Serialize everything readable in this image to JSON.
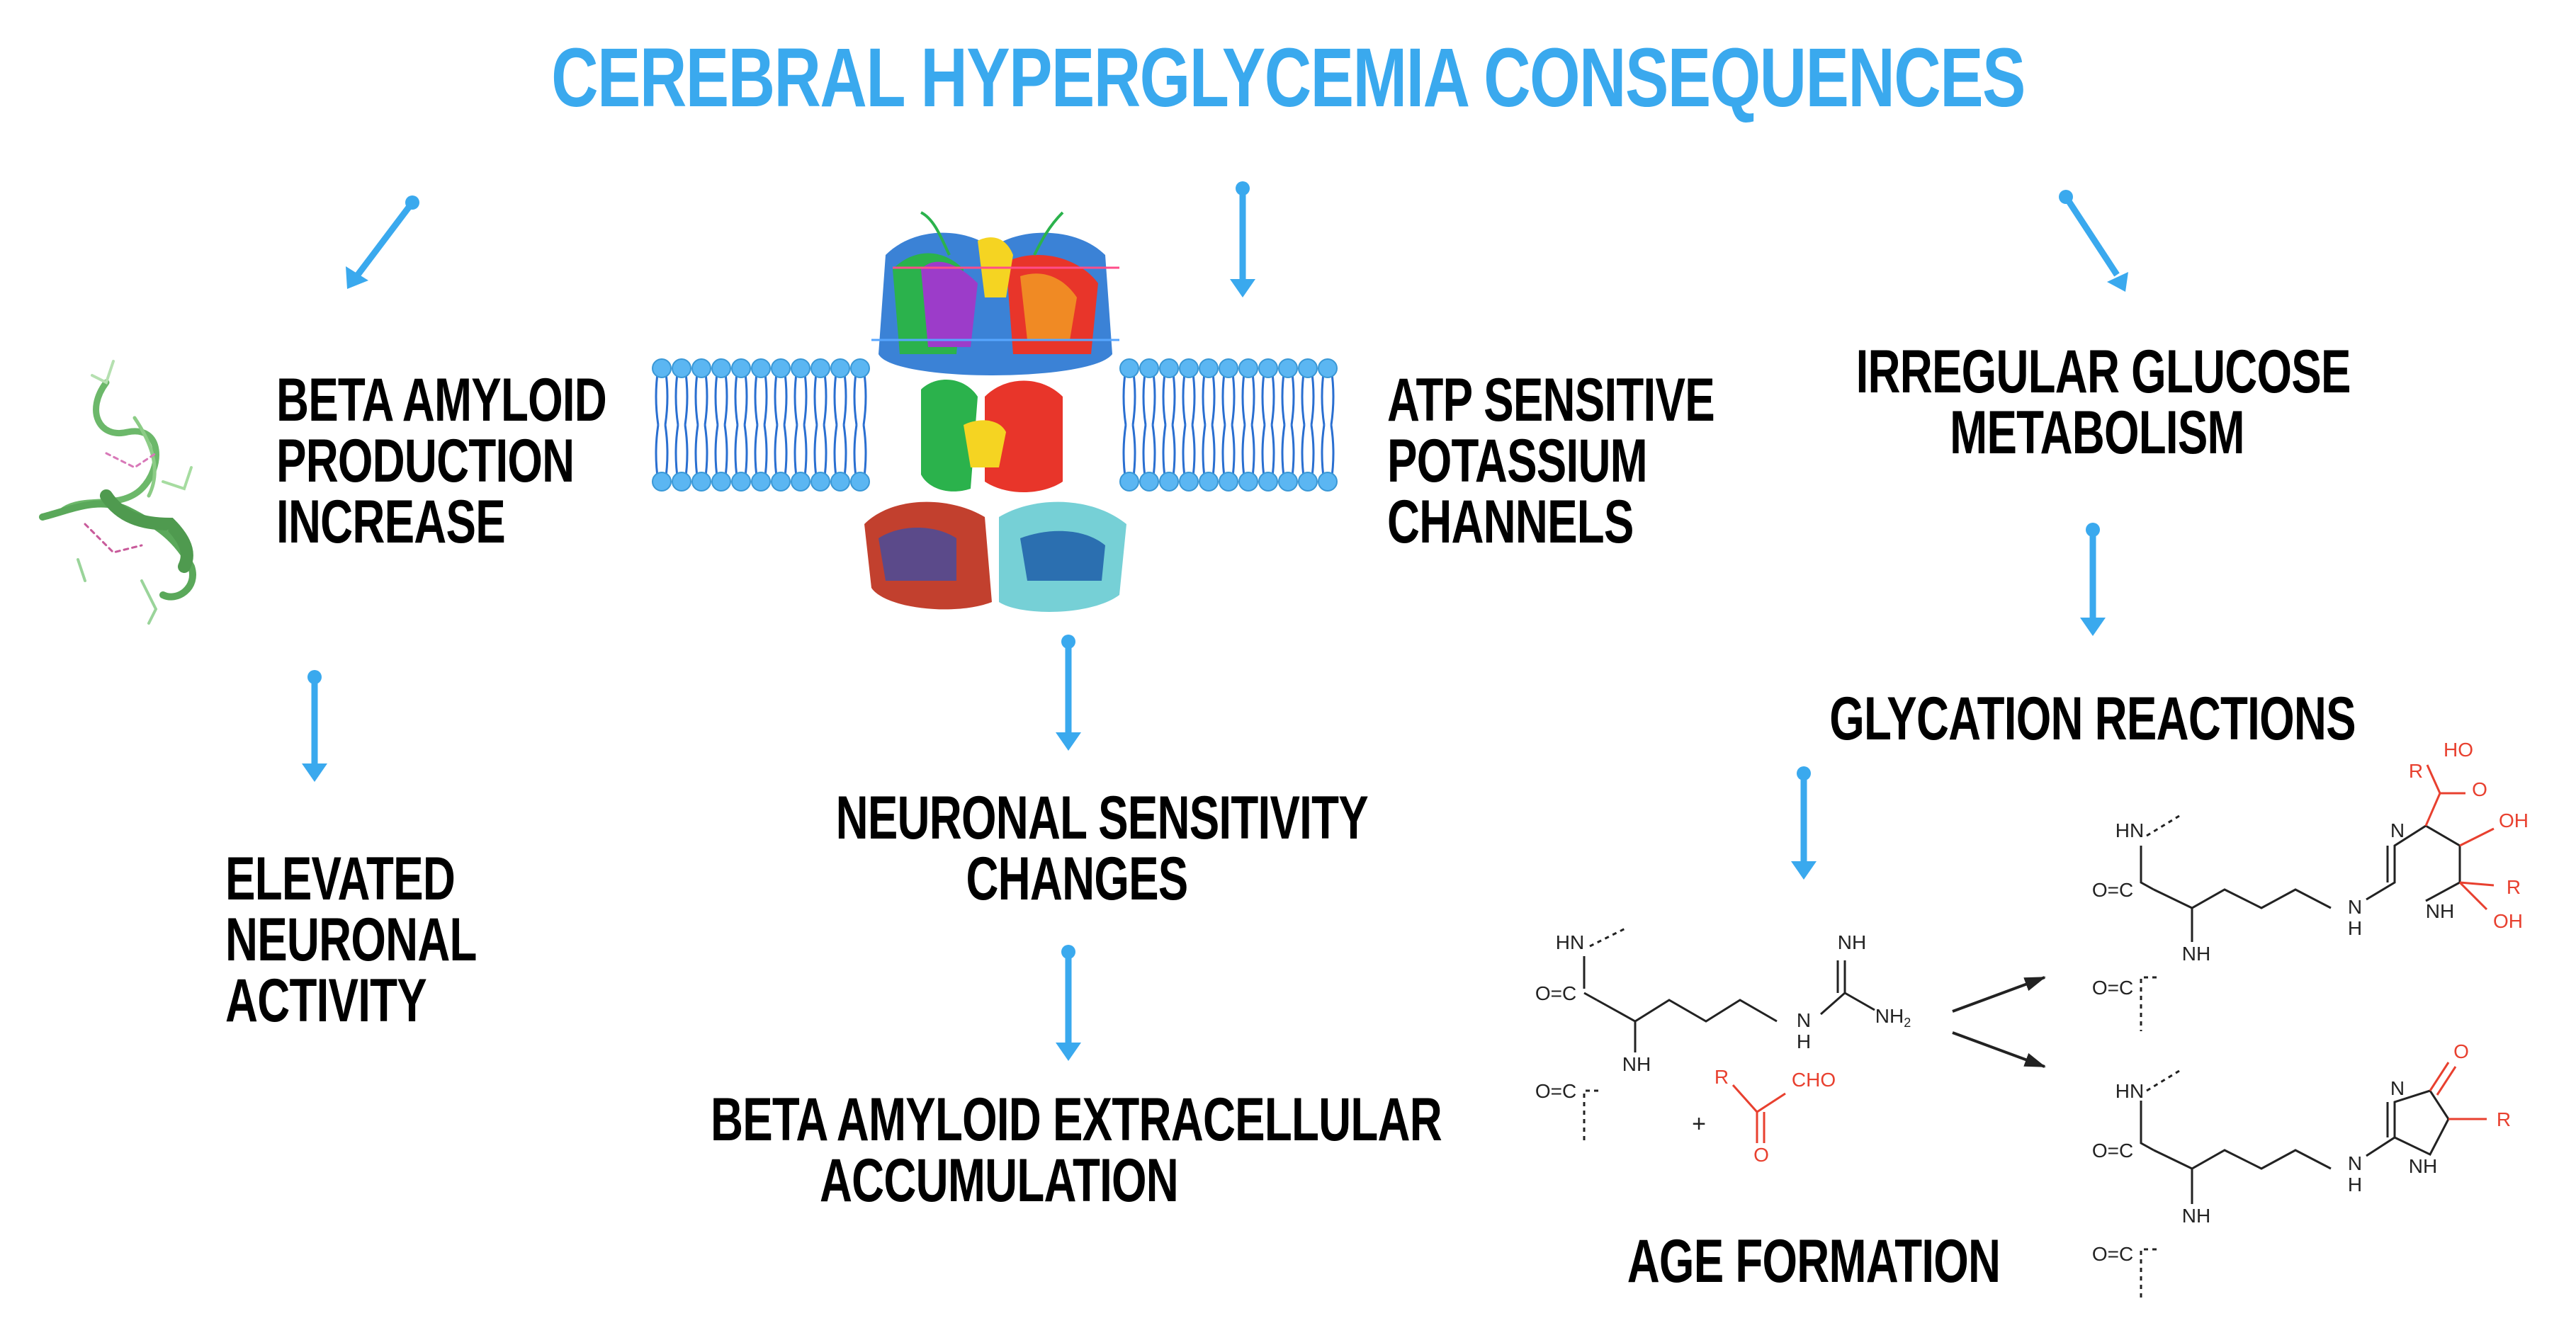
{
  "title": "CEREBRAL HYPERGLYCEMIA CONSEQUENCES",
  "colors": {
    "accent": "#3aa9ee",
    "text": "#000000",
    "reactive": "#e8402f"
  },
  "nodes": {
    "beta_amyloid_production": [
      "BETA AMYLOID",
      "PRODUCTION",
      "INCREASE"
    ],
    "elevated_neuronal_activity": [
      "ELEVATED",
      "NEURONAL",
      "ACTIVITY"
    ],
    "atp_sensitive_channels": [
      "ATP SENSITIVE",
      "POTASSIUM",
      "CHANNELS"
    ],
    "neuronal_sensitivity": [
      "NEURONAL SENSITIVITY",
      "CHANGES"
    ],
    "beta_amyloid_accumulation": [
      "BETA AMYLOID EXTRACELLULAR",
      "ACCUMULATION"
    ],
    "irregular_glucose": [
      "IRREGULAR GLUCOSE",
      "METABOLISM"
    ],
    "glycation_reactions": [
      "GLYCATION REACTIONS"
    ],
    "age_formation": [
      "AGE FORMATION"
    ]
  },
  "chem": {
    "hn": "HN",
    "nh": "NH",
    "nh_label": "NH",
    "o_c": "O=C",
    "h_label": "H",
    "nh2": "NH",
    "nh2_sub": "2",
    "n_label": "N",
    "plus": "+",
    "r_label": "R",
    "cho": "CHO",
    "o_label": "O",
    "ho": "HO",
    "oh": "OH"
  },
  "illustrations": [
    "beta-amyloid-protein",
    "katp-channel-in-membrane",
    "arginine-glycation-scheme"
  ]
}
